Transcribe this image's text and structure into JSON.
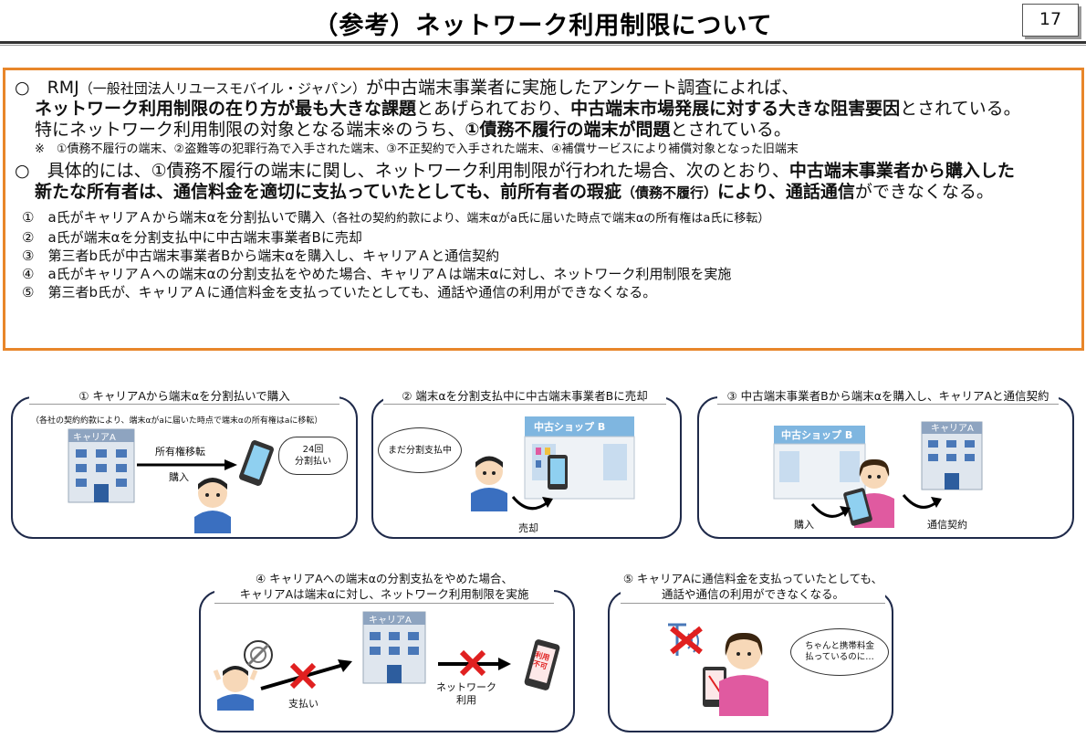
{
  "header": {
    "title": "（参考）ネットワーク利用制限について",
    "page_number": "17"
  },
  "main": {
    "p1_a": "○　RMJ",
    "p1_b": "（一般社団法人リユースモバイル・ジャパン）",
    "p1_c": "が中古端末事業者に実施したアンケート調査によれば、",
    "p2_a": "ネットワーク利用制限の在り方が最も大きな課題",
    "p2_b": "とあげられており、",
    "p2_c": "中古端末市場発展に対する大きな阻害要因",
    "p2_d": "とされている。",
    "p3_a": "特にネットワーク利用制限の対象となる端末※のうち、",
    "p3_b": "①債務不履行の端末が問題",
    "p3_c": "とされている。",
    "note": "※　①債務不履行の端末、②盗難等の犯罪行為で入手された端末、③不正契約で入手された端末、④補償サービスにより補償対象となった旧端末",
    "p4_a": "○　具体的には、①債務不履行の端末に関し、ネットワーク利用制限が行われた場合、次のとおり、",
    "p4_b": "中古端末事業者から購入した",
    "p5_a": "新たな所有者は、通信料金を適切に支払っていたとしても、前所有者の瑕疵",
    "p5_b": "（債務不履行）",
    "p5_c": "により、通話通信",
    "p5_d": "ができなくなる。",
    "items": [
      "①　a氏がキャリアＡから端末αを分割払いで購入",
      "②　a氏が端末αを分割支払中に中古端末事業者Bに売却",
      "③　第三者b氏が中古端末事業者Bから端末αを購入し、キャリアＡと通信契約",
      "④　a氏がキャリアＡへの端末αの分割支払をやめた場合、キャリアＡは端末αに対し、ネットワーク利用制限を実施",
      "⑤　第三者b氏が、キャリアＡに通信料金を支払っていたとしても、通話や通信の利用ができなくなる。"
    ],
    "item1_note": "（各社の契約約款により、端末αがa氏に届いた時点で端末αの所有権はa氏に移転）"
  },
  "panels": {
    "p1": {
      "title": "①  キャリアAから端末αを分割払いで購入",
      "subtitle": "（各社の契約約款により、端末αがaに届いた時点で端末αの所有権はaに移転）",
      "carrier": "キャリアA",
      "arrow_top": "所有権移転",
      "arrow_bottom": "購入",
      "bubble": "24回\n分割払い"
    },
    "p2": {
      "title": "②  端末αを分割支払中に中古端末事業者Bに売却",
      "shop": "中古ショップ B",
      "bubble": "まだ分割支払中",
      "label": "売却"
    },
    "p3": {
      "title": "③  中古端末事業者Bから端末αを購入し、キャリアAと通信契約",
      "shop": "中古ショップ B",
      "carrier": "キャリアA",
      "label_buy": "購入",
      "label_contract": "通信契約"
    },
    "p4": {
      "title_line1": "④  キャリアAへの端末αの分割支払をやめた場合、",
      "title_line2": "キャリアAは端末αに対し、ネットワーク利用制限を実施",
      "carrier": "キャリアA",
      "label_pay": "支払い",
      "label_network": "ネットワーク\n利用",
      "phone_text": "利用\n不可"
    },
    "p5": {
      "title_line1": "⑤  キャリアAに通信料金を支払っていたとしても、",
      "title_line2": "通話や通信の利用ができなくなる。",
      "bubble": "ちゃんと携帯料金\n払っているのに…"
    }
  },
  "colors": {
    "frame_orange": "#e8862a",
    "panel_border": "#1f2a4a",
    "cross_red": "#e02020",
    "building_blue": "#4a78b8",
    "person_blue": "#3a6fc0",
    "person_pink": "#e05aa0"
  }
}
